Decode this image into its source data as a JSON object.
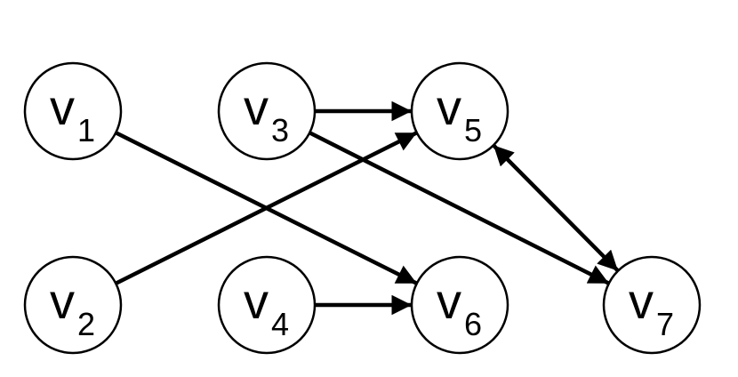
{
  "diagram": {
    "type": "directed-graph",
    "nodes": [
      {
        "id": "v1",
        "letter": "v",
        "sub": "1"
      },
      {
        "id": "v2",
        "letter": "v",
        "sub": "2"
      },
      {
        "id": "v3",
        "letter": "v",
        "sub": "3"
      },
      {
        "id": "v4",
        "letter": "v",
        "sub": "4"
      },
      {
        "id": "v5",
        "letter": "v",
        "sub": "5"
      },
      {
        "id": "v6",
        "letter": "v",
        "sub": "6"
      },
      {
        "id": "v7",
        "letter": "v",
        "sub": "7"
      }
    ],
    "edges": [
      {
        "from": "v1",
        "to": "v6",
        "directed": true,
        "bidirectional": false
      },
      {
        "from": "v2",
        "to": "v5",
        "directed": true,
        "bidirectional": false
      },
      {
        "from": "v3",
        "to": "v5",
        "directed": true,
        "bidirectional": false
      },
      {
        "from": "v3",
        "to": "v7",
        "directed": true,
        "bidirectional": false
      },
      {
        "from": "v4",
        "to": "v6",
        "directed": true,
        "bidirectional": false
      },
      {
        "from": "v5",
        "to": "v7",
        "directed": true,
        "bidirectional": true
      }
    ],
    "colors": {
      "stroke": "#000000",
      "fill": "#ffffff"
    }
  }
}
